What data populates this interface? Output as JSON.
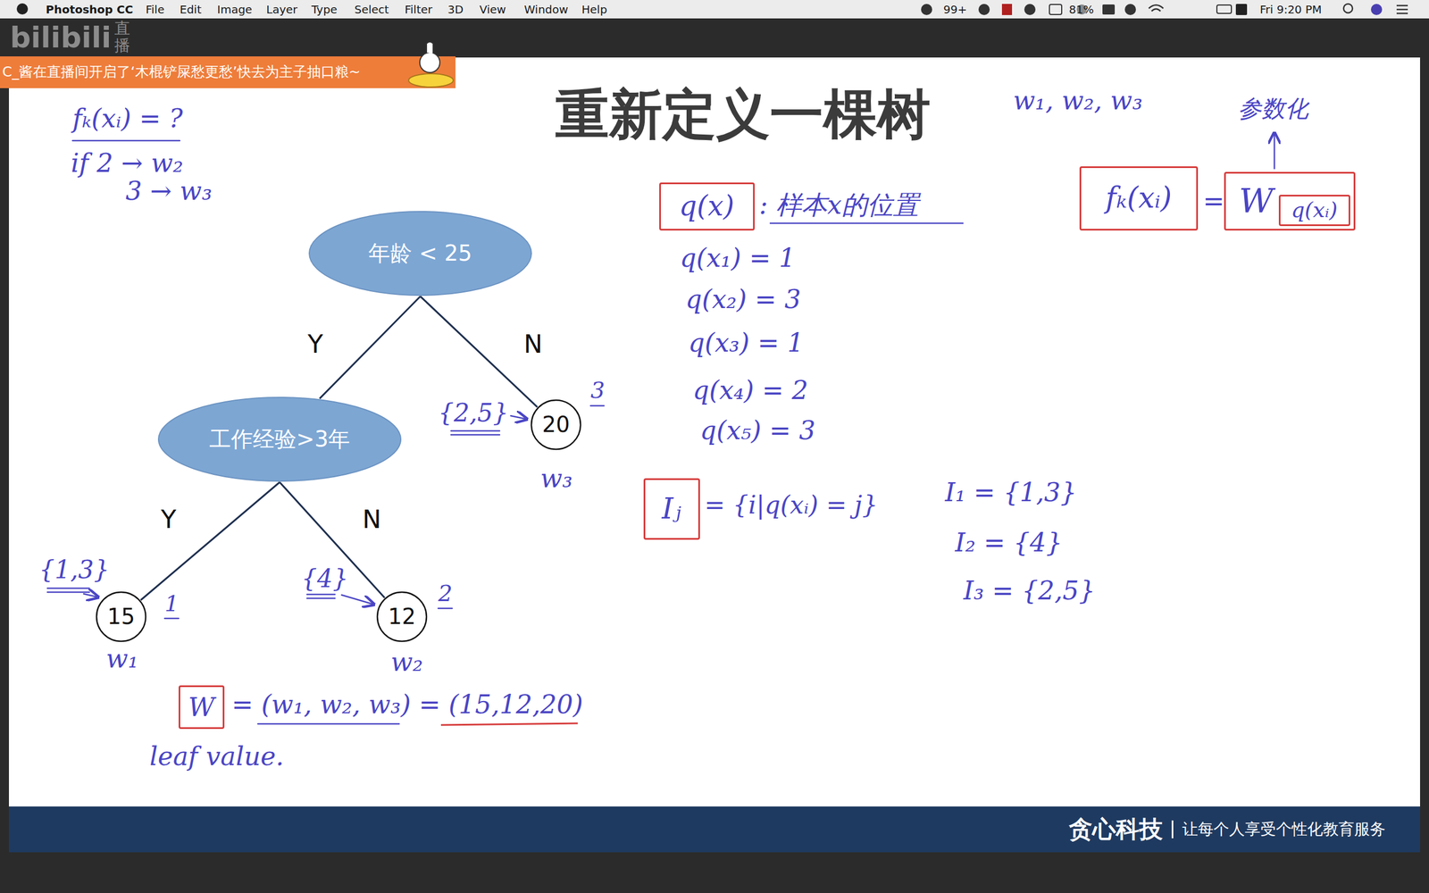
{
  "diagram": {
    "title": "重新定义一棵树",
    "nodes": [
      {
        "text": [
          "C_酱在直播间开启了‘木棍铲屎愁更愁’快去为主子抽口粮~"
        ]
      },
      {
        "text": [
          "fₖ(xᵢ)"
        ]
      },
      {
        "text": [
          "W"
        ]
      },
      {
        "text": [
          "q(xᵢ)"
        ],
        "in": 2
      },
      {
        "text": [
          "q(x)"
        ]
      },
      {
        "text": [
          "年龄 < 25"
        ]
      },
      {
        "text": [
          "工作经验>3年"
        ]
      },
      {
        "text": [
          "20"
        ]
      },
      {
        "text": [
          "Iⱼ"
        ]
      },
      {
        "text": [
          "15"
        ]
      },
      {
        "text": [
          "12"
        ]
      },
      {
        "text": [
          "W"
        ]
      },
      {
        "text": [
          "贪心科技",
          "让每个人享受个性化教育服务"
        ]
      }
    ],
    "edges": [
      {
        "from": 5,
        "to": 6,
        "label": "Y",
        "arrow": "none"
      },
      {
        "from": 5,
        "to": 7,
        "label": "N",
        "arrow": "none"
      },
      {
        "from": 6,
        "to": 9,
        "label": "Y",
        "arrow": "none"
      },
      {
        "from": 6,
        "to": 10,
        "label": "N",
        "arrow": "none"
      }
    ],
    "labels": [
      "Photoshop CC",
      "File",
      "Edit",
      "Image",
      "Layer",
      "Type",
      "Select",
      "Filter",
      "3D",
      "View",
      "Window",
      "Help",
      "99+",
      "81%",
      "Fri 9:20 PM",
      "bilibili",
      "直播",
      "fₖ(xᵢ) = ?",
      "if 2 → w₂",
      "3 → w₃",
      "w₁, w₂, w₃",
      "参数化",
      "=",
      ": 样本x的位置",
      "q(x₁) = 1",
      "q(x₂) = 3",
      "q(x₃) = 1",
      "q(x₄) = 2",
      "q(x₅) = 3",
      "= {i|q(xᵢ) = j}",
      "I₁ = {1,3}",
      "I₂ = {4}",
      "I₃ = {2,5}",
      "{2,5}",
      "3",
      "w₃",
      "{1,3}",
      "1",
      "w₁",
      "{4}",
      "2",
      "w₂",
      "= (w₁, w₂, w₃) = (15,12,20)",
      "leaf value."
    ]
  }
}
